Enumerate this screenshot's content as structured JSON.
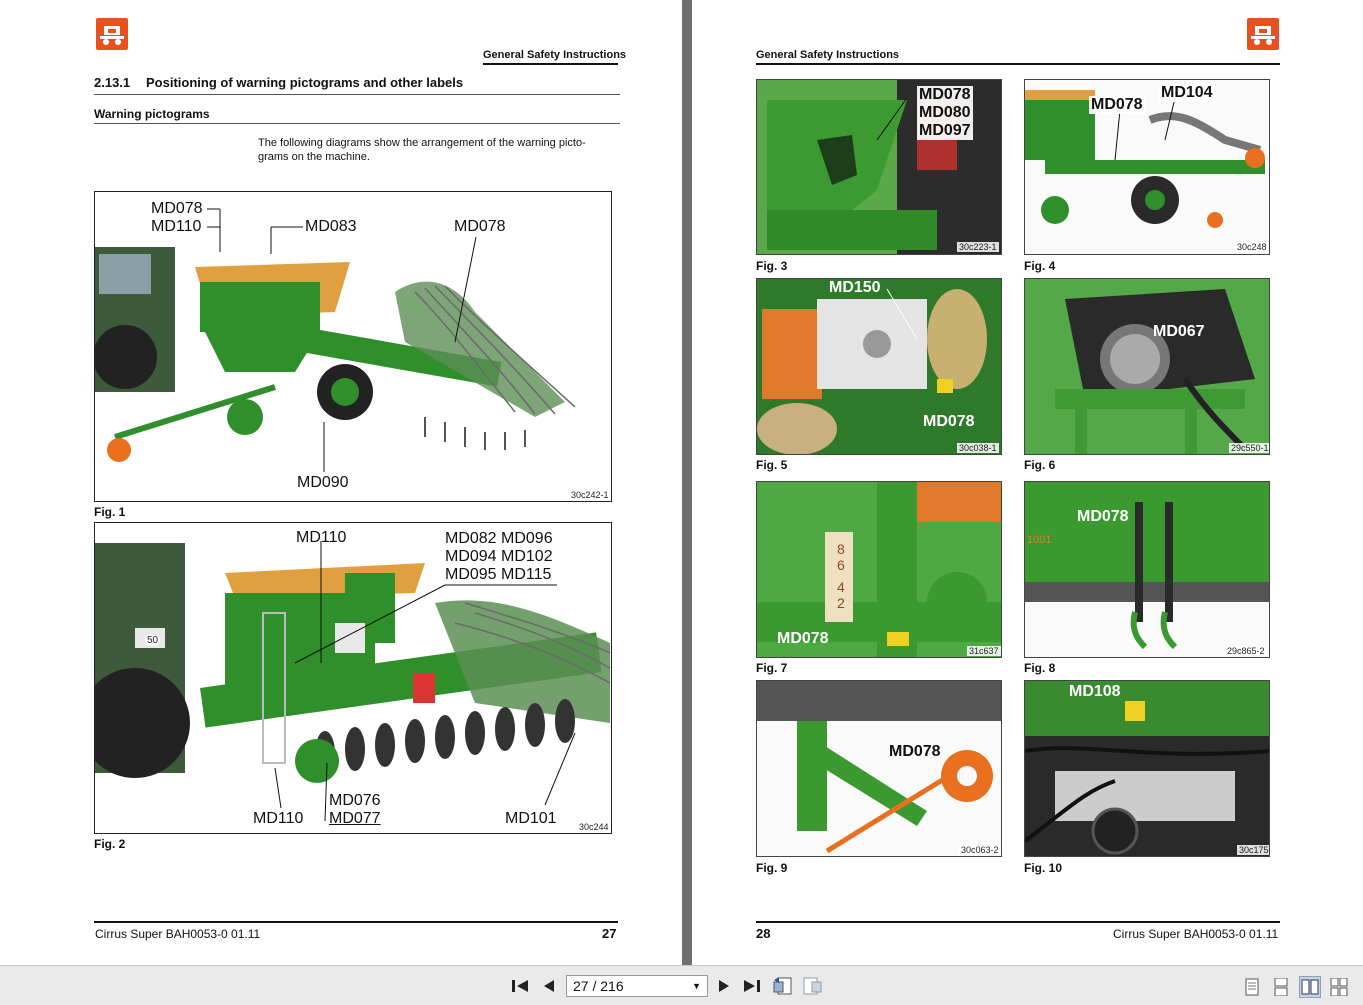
{
  "left_page": {
    "running_head": "General Safety Instructions",
    "section_number": "2.13.1",
    "section_title": "Positioning of warning pictograms and other labels",
    "subheading": "Warning pictograms",
    "intro_line1": "The following diagrams show the arrangement of the warning picto-",
    "intro_line2": "grams on the machine.",
    "fig1": {
      "caption": "Fig. 1",
      "code": "30c242-1",
      "labels": {
        "a": "MD078",
        "b": "MD110",
        "c": "MD083",
        "d": "MD078",
        "e": "MD090"
      }
    },
    "fig2": {
      "caption": "Fig. 2",
      "code": "30c244",
      "labels": {
        "a": "MD110",
        "b1": "MD082 MD096",
        "b2": "MD094 MD102",
        "b3": "MD095 MD115",
        "c": "MD110",
        "d": "MD076",
        "e": "MD077",
        "f": "MD101",
        "badge": "50"
      }
    },
    "footer": {
      "title": "Cirrus Super  BAH0053-0  01.11",
      "page_number": "27"
    }
  },
  "right_page": {
    "running_head": "General Safety Instructions",
    "figures": [
      {
        "caption": "Fig. 3",
        "code": "30c223-1",
        "labels": [
          "MD078",
          "MD080",
          "MD097"
        ]
      },
      {
        "caption": "Fig. 4",
        "code": "30c248",
        "labels": [
          "MD078",
          "MD104"
        ]
      },
      {
        "caption": "Fig. 5",
        "code": "30c038-1",
        "labels": [
          "MD150",
          "MD078"
        ]
      },
      {
        "caption": "Fig. 6",
        "code": "29c550-1",
        "labels": [
          "MD067"
        ]
      },
      {
        "caption": "Fig. 7",
        "code": "31c637",
        "labels": [
          "MD078"
        ],
        "marks": [
          "8",
          "6",
          "4",
          "2"
        ]
      },
      {
        "caption": "Fig. 8",
        "code": "29c865-2",
        "labels": [
          "MD078"
        ],
        "side_text": "1001"
      },
      {
        "caption": "Fig. 9",
        "code": "30c063-2",
        "labels": [
          "MD078"
        ]
      },
      {
        "caption": "Fig. 10",
        "code": "30c175",
        "labels": [
          "MD108"
        ]
      }
    ],
    "footer": {
      "title": "Cirrus Super  BAH0053-0  01.11",
      "page_number": "28"
    }
  },
  "toolbar": {
    "page_field": "27 / 216",
    "icons": [
      "first-page-icon",
      "prev-page-icon",
      "next-page-icon",
      "last-page-icon",
      "previous-view-icon",
      "next-view-icon",
      "single-page-icon",
      "continuous-icon",
      "facing-icon",
      "continuous-facing-icon"
    ]
  },
  "colors": {
    "machine_green": "#2f8f2a",
    "hopper_orange": "#e0a040",
    "logo_orange": "#e8501e",
    "toolbar_bg": "#eaeaea"
  }
}
